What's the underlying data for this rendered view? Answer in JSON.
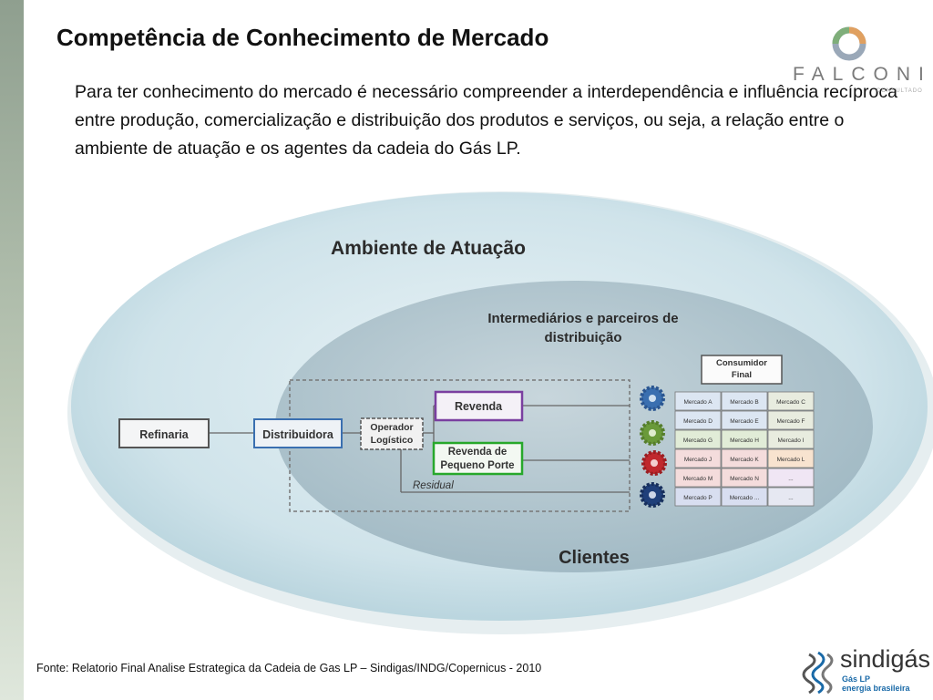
{
  "slide": {
    "title": "Competência de Conhecimento de Mercado",
    "body": "Para ter conhecimento do mercado é necessário compreender a interdependência e influência recíproca entre produção, comercialização e distribuição dos produtos e serviços, ou seja, a relação entre o ambiente de atuação e os agentes da cadeia do Gás LP.",
    "footer": "Fonte: Relatorio Final Analise Estrategica da Cadeia de Gas LP – Sindigas/INDG/Copernicus - 2010"
  },
  "logos": {
    "falconi": "FALCONI",
    "falconi_sub": "CONSULTADO",
    "sindigas": "sindigás",
    "sindigas_line1": "Gás LP",
    "sindigas_line2": "energia brasileira"
  },
  "diagram": {
    "outer_label": "Ambiente de Atuação",
    "inner_label_1": "Intermediários e parceiros de",
    "inner_label_2": "distribuição",
    "clients_label": "Clientes",
    "refinaria": "Refinaria",
    "distribuidora": "Distribuidora",
    "operador_1": "Operador",
    "operador_2": "Logístico",
    "revenda": "Revenda",
    "revenda_pp_1": "Revenda de",
    "revenda_pp_2": "Pequeno Porte",
    "residual": "Residual",
    "consumidor_1": "Consumidor",
    "consumidor_2": "Final",
    "market_rows": [
      [
        "Mercado A",
        "Mercado B",
        "Mercado C"
      ],
      [
        "Mercado D",
        "Mercado E",
        "Mercado F"
      ],
      [
        "Mercado G",
        "Mercado H",
        "Mercado I"
      ],
      [
        "Mercado J",
        "Mercado K",
        "Mercado L"
      ],
      [
        "Mercado M",
        "Mercado N",
        "..."
      ],
      [
        "Mercado P",
        "Mercado ...",
        "..."
      ]
    ],
    "colors": {
      "outer_ellipse": "#cfe3ea",
      "inner_ellipse": "#b7c9d2",
      "revenda_border": "#7a3fa0",
      "revenda_pp_border": "#27a82b",
      "gear_blue": "#3a6fb0",
      "gear_green": "#6a9a3a",
      "gear_red": "#c0282d",
      "gear_navy": "#1f3f7a"
    }
  }
}
